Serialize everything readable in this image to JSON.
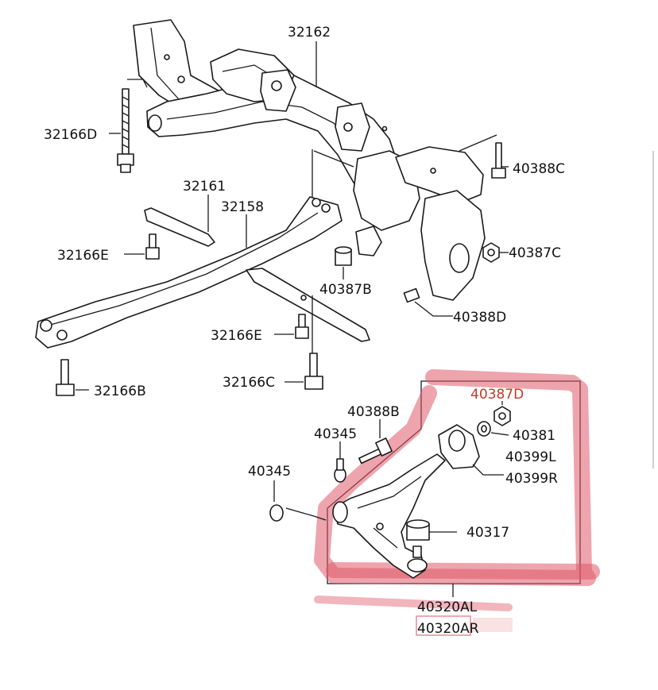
{
  "labels": {
    "l32162": "32162",
    "l32166D": "32166D",
    "l40388C": "40388C",
    "l32161": "32161",
    "l32158": "32158",
    "l32166E_a": "32166E",
    "l40387C": "40387C",
    "l40387B": "40387B",
    "l40388D": "40388D",
    "l32166E_b": "32166E",
    "l32166C": "32166C",
    "l32166B": "32166B",
    "l40387D": "40387D",
    "l40388B": "40388B",
    "l40345_a": "40345",
    "l40381": "40381",
    "l40399L": "40399L",
    "l40399R": "40399R",
    "l40345_b": "40345",
    "l40317": "40317",
    "l40320AL": "40320AL",
    "l40320AR": "40320AR"
  },
  "colors": {
    "highlight": "#e05a6a",
    "ink": "#1a1a1a"
  }
}
